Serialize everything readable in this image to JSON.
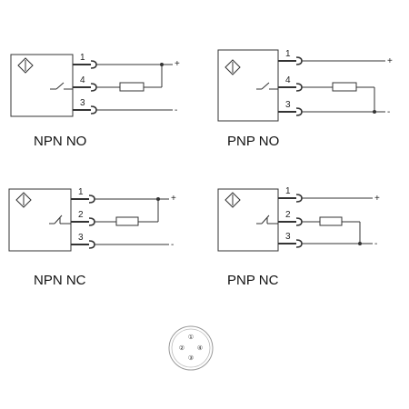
{
  "diagrams": [
    {
      "id": "npn-no",
      "caption": "NPN  NO",
      "pins": [
        "1",
        "4",
        "3"
      ],
      "signs": [
        "+",
        "-"
      ],
      "output": "NPN",
      "contact": "NO"
    },
    {
      "id": "pnp-no",
      "caption": "PNP  NO",
      "pins": [
        "1",
        "4",
        "3"
      ],
      "signs": [
        "+",
        "-"
      ],
      "output": "PNP",
      "contact": "NO"
    },
    {
      "id": "npn-nc",
      "caption": "NPN  NC",
      "pins": [
        "1",
        "2",
        "3"
      ],
      "signs": [
        "+",
        "-"
      ],
      "output": "NPN",
      "contact": "NC"
    },
    {
      "id": "pnp-nc",
      "caption": "PNP  NC",
      "pins": [
        "1",
        "2",
        "3"
      ],
      "signs": [
        "+",
        "-"
      ],
      "output": "PNP",
      "contact": "NC"
    }
  ],
  "connector": {
    "pins": [
      "①",
      "②",
      "③",
      "④"
    ]
  },
  "colors": {
    "line": "#333333",
    "text": "#111111"
  },
  "icons": [
    "proximity-sensor-symbol-icon",
    "switch-contact-icon",
    "resistor-icon",
    "connector-socket-icon"
  ]
}
